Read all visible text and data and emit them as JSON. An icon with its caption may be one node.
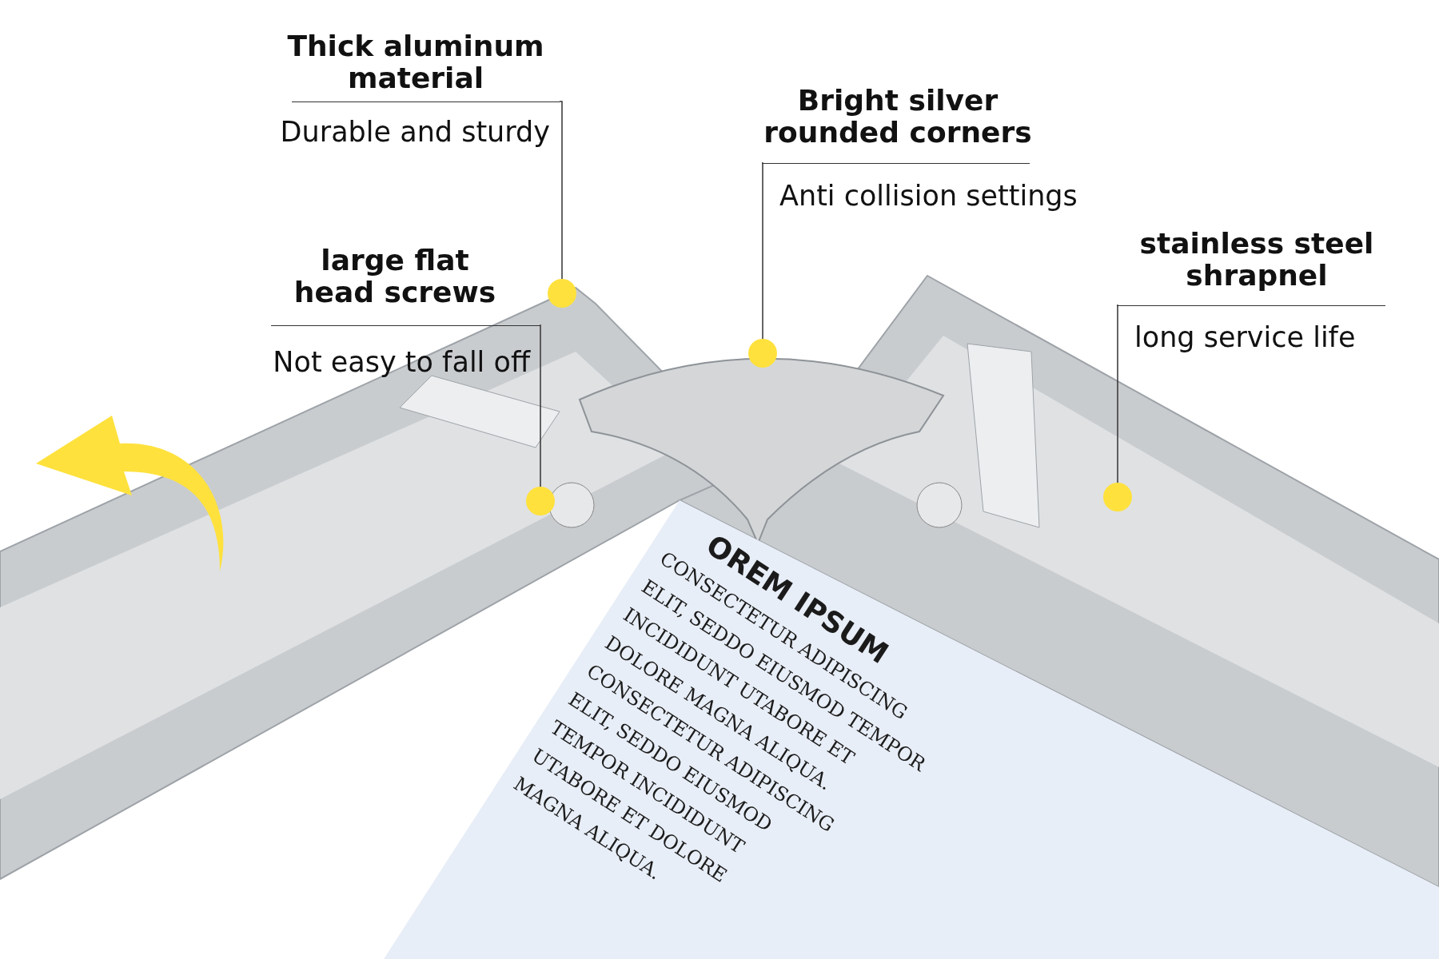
{
  "diagram": {
    "nodes": [
      {
        "text": [
          "Thick aluminum material",
          "Durable and sturdy"
        ]
      },
      {
        "text": [
          "Bright silver rounded corners",
          "Anti collision settings"
        ]
      },
      {
        "text": [
          "stainless steel shrapnel",
          "long service life"
        ]
      },
      {
        "text": [
          "large flat head screws",
          "Not easy to fall off"
        ]
      },
      {
        "text": [],
        "shape": "circle"
      },
      {
        "text": [],
        "shape": "circle"
      },
      {
        "text": [],
        "shape": "circle"
      },
      {
        "text": [],
        "shape": "circle"
      }
    ],
    "edges": [
      {
        "from": 0,
        "to": 5,
        "arrow": "none"
      },
      {
        "from": 1,
        "to": 6,
        "arrow": "none"
      },
      {
        "from": 2,
        "to": 7,
        "arrow": "none"
      },
      {
        "from": 3,
        "to": 4,
        "arrow": "none"
      }
    ],
    "labels": [
      "OREM IPSUM",
      "CONSECTETUR ADIPISCING",
      "ELIT, SEDDO EIUSMOD TEMPOR",
      "INCIDIDUNT UTABORE ET",
      "DOLORE MAGNA ALIQUA.",
      "CONSECTETUR ADIPISCING",
      "ELIT, SEDDO EIUSMOD",
      "TEMPOR INCIDIDUNT",
      "UTABORE ET DOLORE",
      "MAGNA ALIQUA."
    ]
  }
}
